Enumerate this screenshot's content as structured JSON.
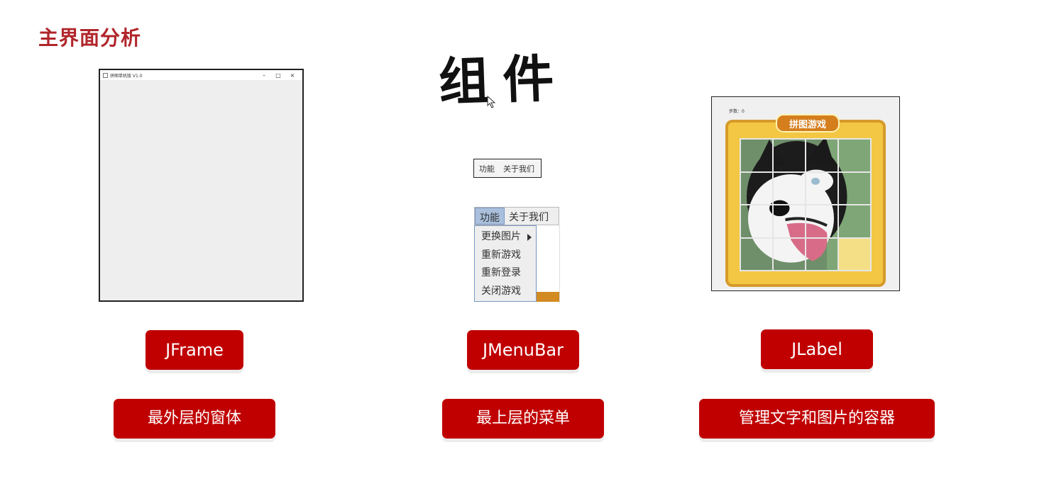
{
  "slide": {
    "title": "主界面分析",
    "handwritten_heading": "组件"
  },
  "jframe_mock": {
    "window_title": "拼图单机版 V1.0",
    "controls": [
      "–",
      "□",
      "×"
    ]
  },
  "menubar_small": {
    "items": [
      "功能",
      "关于我们"
    ]
  },
  "menu_expanded": {
    "bar_items": [
      "功能",
      "关于我们"
    ],
    "dropdown_items": [
      "更换图片",
      "重新游戏",
      "重新登录",
      "关闭游戏"
    ]
  },
  "jlabel_mock": {
    "steps_label": "步数：0",
    "badge": "拼图游戏"
  },
  "components": [
    {
      "name": "JFrame",
      "description": "最外层的窗体"
    },
    {
      "name": "JMenuBar",
      "description": "最上层的菜单"
    },
    {
      "name": "JLabel",
      "description": "管理文字和图片的容器"
    }
  ],
  "colors": {
    "title_red": "#b0262b",
    "button_red": "#c00000",
    "menu_highlight": "#a9bfdc",
    "board_yellow": "#f3c744"
  }
}
